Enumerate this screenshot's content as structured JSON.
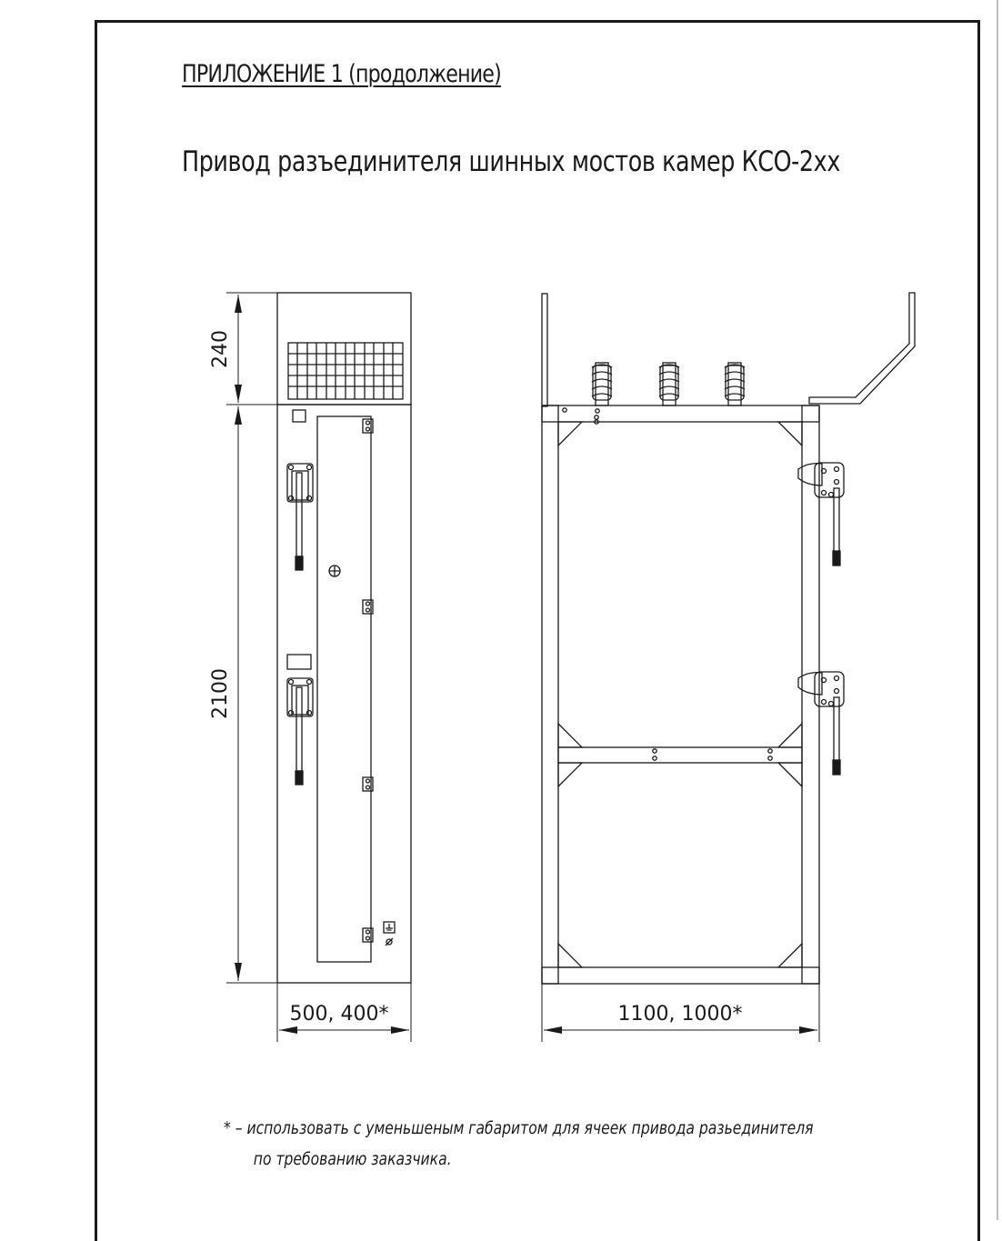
{
  "title": "ПРИЛОЖЕНИЕ 1 (продолжение)",
  "subtitle": "Привод разъединителя шинных мостов камер КСО-2хх",
  "dimensions": {
    "front_top_height": "240",
    "front_body_height": "2100",
    "front_width": "500, 400*",
    "side_width": "1100, 1000*"
  },
  "note": {
    "line1": "* – использовать с уменьшеным габаритом для ячеек привода разьединителя",
    "line2": "по требованию заказчика."
  },
  "symbols": {
    "ground": "⏚",
    "diameter": "⌀"
  }
}
